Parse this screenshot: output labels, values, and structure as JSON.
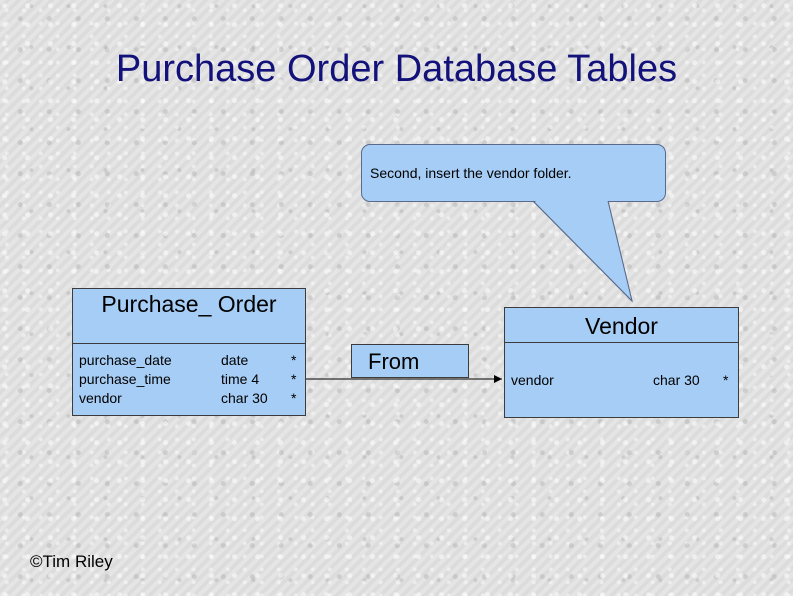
{
  "slide": {
    "title": "Purchase Order Database Tables",
    "footer": "©Tim Riley"
  },
  "callout": {
    "text": "Second, insert the vendor folder."
  },
  "purchase_order": {
    "name": "Purchase_ Order",
    "fields": [
      {
        "name": "purchase_date",
        "type": "date",
        "flag": "*"
      },
      {
        "name": "purchase_time",
        "type": "time 4",
        "flag": "*"
      },
      {
        "name": "vendor",
        "type": "char 30",
        "flag": "*"
      }
    ]
  },
  "connector": {
    "label": "From"
  },
  "vendor": {
    "name": "Vendor",
    "fields": [
      {
        "name": "vendor",
        "type": "char 30",
        "flag": "*"
      }
    ]
  },
  "colors": {
    "box_fill": "#a6cdf5",
    "title": "#12127a"
  }
}
